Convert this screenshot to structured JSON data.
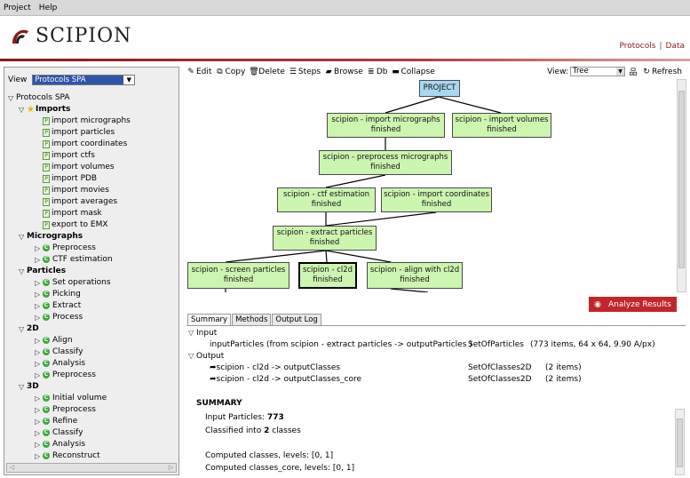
{
  "menubar": {
    "items": [
      "Project",
      "Help"
    ]
  },
  "header": {
    "logo_text": "SCIPION",
    "links": [
      "Protocols",
      "Data"
    ],
    "link_sep": "|",
    "brand_color": "#8b1a1a"
  },
  "left": {
    "view_label": "View",
    "view_value": "Protocols SPA",
    "tree": [
      {
        "label": "Protocols SPA",
        "level": 0,
        "bold": false,
        "icon": "expanded-triangle"
      },
      {
        "label": "Imports",
        "level": 1,
        "bold": true,
        "icon": "star-icon"
      },
      {
        "label": "import micrographs",
        "level": 2,
        "icon": "doc-icon"
      },
      {
        "label": "import particles",
        "level": 2,
        "icon": "doc-icon"
      },
      {
        "label": "import coordinates",
        "level": 2,
        "icon": "doc-icon"
      },
      {
        "label": "import ctfs",
        "level": 2,
        "icon": "doc-icon"
      },
      {
        "label": "import volumes",
        "level": 2,
        "icon": "doc-icon"
      },
      {
        "label": "import PDB",
        "level": 2,
        "icon": "doc-icon"
      },
      {
        "label": "import movies",
        "level": 2,
        "icon": "doc-icon"
      },
      {
        "label": "import averages",
        "level": 2,
        "icon": "doc-icon"
      },
      {
        "label": "import mask",
        "level": 2,
        "icon": "doc-icon"
      },
      {
        "label": "export to EMX",
        "level": 2,
        "icon": "doc-icon"
      },
      {
        "label": "Micrographs",
        "level": 1,
        "bold": true
      },
      {
        "label": "Preprocess",
        "level": 2,
        "icon": "group-icon"
      },
      {
        "label": "CTF estimation",
        "level": 2,
        "icon": "group-icon"
      },
      {
        "label": "Particles",
        "level": 1,
        "bold": true
      },
      {
        "label": "Set operations",
        "level": 2,
        "icon": "group-icon"
      },
      {
        "label": "Picking",
        "level": 2,
        "icon": "group-icon"
      },
      {
        "label": "Extract",
        "level": 2,
        "icon": "group-icon"
      },
      {
        "label": "Process",
        "level": 2,
        "icon": "group-icon"
      },
      {
        "label": "2D",
        "level": 1,
        "bold": true
      },
      {
        "label": "Align",
        "level": 2,
        "icon": "group-icon"
      },
      {
        "label": "Classify",
        "level": 2,
        "icon": "group-icon"
      },
      {
        "label": "Analysis",
        "level": 2,
        "icon": "group-icon"
      },
      {
        "label": "Preprocess",
        "level": 2,
        "icon": "group-icon"
      },
      {
        "label": "3D",
        "level": 1,
        "bold": true
      },
      {
        "label": "Initial volume",
        "level": 2,
        "icon": "group-icon"
      },
      {
        "label": "Preprocess",
        "level": 2,
        "icon": "group-icon"
      },
      {
        "label": "Refine",
        "level": 2,
        "icon": "group-icon"
      },
      {
        "label": "Classify",
        "level": 2,
        "icon": "group-icon"
      },
      {
        "label": "Analysis",
        "level": 2,
        "icon": "group-icon"
      },
      {
        "label": "Reconstruct",
        "level": 2,
        "icon": "group-icon"
      }
    ]
  },
  "toolbar": {
    "edit": "Edit",
    "copy": "Copy",
    "delete": "Delete",
    "steps": "Steps",
    "browse": "Browse",
    "db": "Db",
    "collapse": "Collapse",
    "view_label": "View:",
    "view_value": "Tree",
    "refresh": "Refresh"
  },
  "graph": {
    "nodes": {
      "project": "PROJECT",
      "import_micrographs": [
        "scipion - import micrographs",
        "finished"
      ],
      "import_volumes": [
        "scipion - import volumes",
        "finished"
      ],
      "preprocess_micrographs": [
        "scipion - preprocess micrographs",
        "finished"
      ],
      "ctf_estimation": [
        "scipion - ctf estimation",
        "finished"
      ],
      "import_coordinates": [
        "scipion - import coordinates",
        "finished"
      ],
      "extract_particles": [
        "scipion - extract particles",
        "finished"
      ],
      "screen_particles": [
        "scipion - screen particles",
        "finished"
      ],
      "cl2d": [
        "scipion - cl2d",
        "finished"
      ],
      "align_cl2d": [
        "scipion - align with cl2d",
        "finished"
      ]
    },
    "node_color": "#ccf5b0",
    "project_color": "#a8d8ef"
  },
  "analyze_button": "Analyze Results",
  "tabs": [
    "Summary",
    "Methods",
    "Output Log"
  ],
  "summary": {
    "input_label": "Input",
    "input_name": "inputParticles",
    "input_from": "(from scipion - extract particles -> outputParticles )",
    "input_type": "SetOfParticles",
    "input_info": "(773 items, 64 x 64, 9.90 A/px)",
    "output_label": "Output",
    "outputs": [
      {
        "name": "scipion - cl2d -> outputClasses",
        "type": "SetOfClasses2D",
        "info": "(2 items)"
      },
      {
        "name": "scipion - cl2d -> outputClasses_core",
        "type": "SetOfClasses2D",
        "info": "(2 items)"
      }
    ],
    "heading": "SUMMARY",
    "input_particles_label": "Input Particles: ",
    "input_particles_value": "773",
    "classified_prefix": "Classified into ",
    "classified_value": "2",
    "classified_suffix": " classes",
    "computed_classes": "Computed classes, levels: [0, 1]",
    "computed_core": "Computed classes_core, levels: [0, 1]"
  }
}
